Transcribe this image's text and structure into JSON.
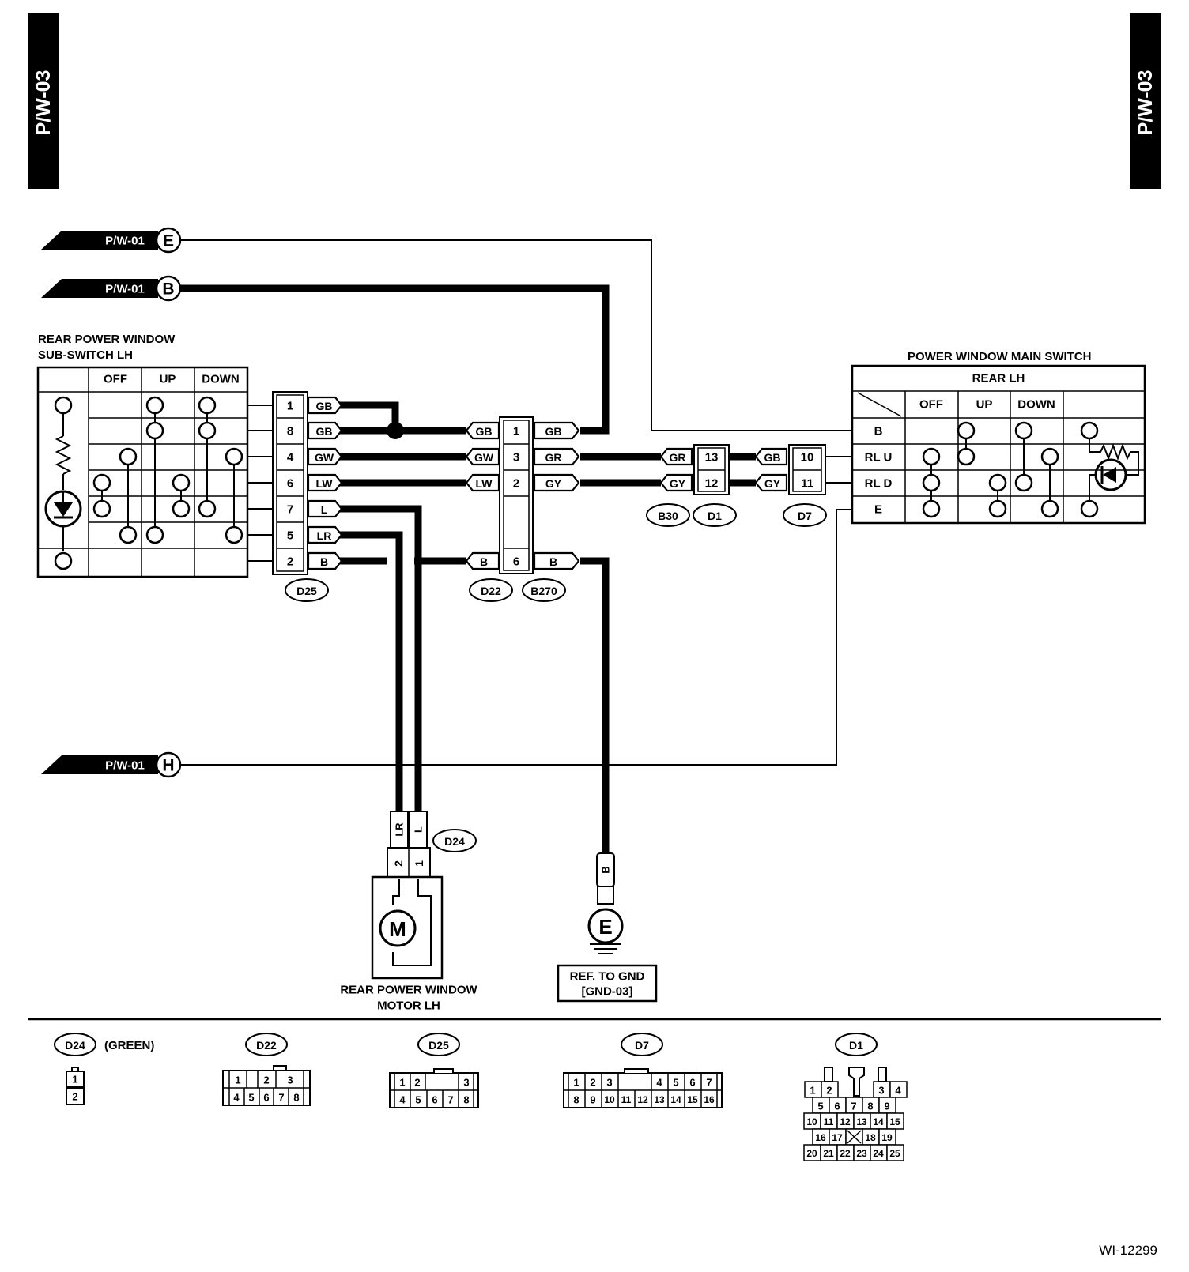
{
  "page_tab": "P/W-03",
  "figure_id": "WI-12299",
  "refs": {
    "page": "P/W-01",
    "e": "E",
    "b": "B",
    "h": "H"
  },
  "sub_switch": {
    "title_1": "REAR POWER WINDOW",
    "title_2": "SUB-SWITCH LH",
    "columns": [
      "OFF",
      "UP",
      "DOWN"
    ],
    "connector": "D25",
    "pins": [
      {
        "pin": "1",
        "wire": "GB"
      },
      {
        "pin": "8",
        "wire": "GB"
      },
      {
        "pin": "4",
        "wire": "GW"
      },
      {
        "pin": "6",
        "wire": "LW"
      },
      {
        "pin": "7",
        "wire": "L"
      },
      {
        "pin": "5",
        "wire": "LR"
      },
      {
        "pin": "2",
        "wire": "B"
      }
    ]
  },
  "joint": {
    "left_connector": "D22",
    "right_connector": "B270",
    "rows": [
      {
        "left": "GB",
        "pin": "1",
        "right": "GB"
      },
      {
        "left": "GW",
        "pin": "3",
        "right": "GR"
      },
      {
        "left": "LW",
        "pin": "2",
        "right": "GY"
      },
      {
        "left": "B",
        "pin": "6",
        "right": "B"
      }
    ]
  },
  "d1": {
    "labels": [
      "B30",
      "D1"
    ],
    "rows": [
      {
        "left": "GR",
        "pin": "13"
      },
      {
        "left": "GY",
        "pin": "12"
      }
    ]
  },
  "d7": {
    "label": "D7",
    "rows": [
      {
        "left": "GB",
        "pin": "10"
      },
      {
        "left": "GY",
        "pin": "11"
      }
    ]
  },
  "main_switch": {
    "title": "POWER WINDOW MAIN SWITCH",
    "subtitle": "REAR LH",
    "columns": [
      "OFF",
      "UP",
      "DOWN"
    ],
    "rows": [
      "B",
      "RL U",
      "RL D",
      "E"
    ]
  },
  "motor": {
    "connector": "D24",
    "wires": [
      "LR",
      "L"
    ],
    "pins": [
      "2",
      "1"
    ],
    "symbol": "M",
    "name_1": "REAR POWER WINDOW",
    "name_2": "MOTOR LH"
  },
  "ground": {
    "wire": "B",
    "symbol": "E",
    "ref_1": "REF. TO GND",
    "ref_2": "[GND-03]"
  },
  "connector_views": [
    {
      "name": "D24",
      "note": "(GREEN)",
      "pins": [
        "1",
        "2"
      ]
    },
    {
      "name": "D22",
      "pins": [
        "1",
        "2",
        "3",
        "4",
        "5",
        "6",
        "7",
        "8"
      ]
    },
    {
      "name": "D25",
      "pins": [
        "1",
        "2",
        "3",
        "4",
        "5",
        "6",
        "7",
        "8"
      ]
    },
    {
      "name": "D7",
      "pins": [
        "1",
        "2",
        "3",
        "4",
        "5",
        "6",
        "7",
        "8",
        "9",
        "10",
        "11",
        "12",
        "13",
        "14",
        "15",
        "16"
      ]
    },
    {
      "name": "D1",
      "pins": [
        "1",
        "2",
        "3",
        "4",
        "5",
        "6",
        "7",
        "8",
        "9",
        "10",
        "11",
        "12",
        "13",
        "14",
        "15",
        "16",
        "17",
        "18",
        "19",
        "20",
        "21",
        "22",
        "23",
        "24",
        "25"
      ]
    }
  ]
}
